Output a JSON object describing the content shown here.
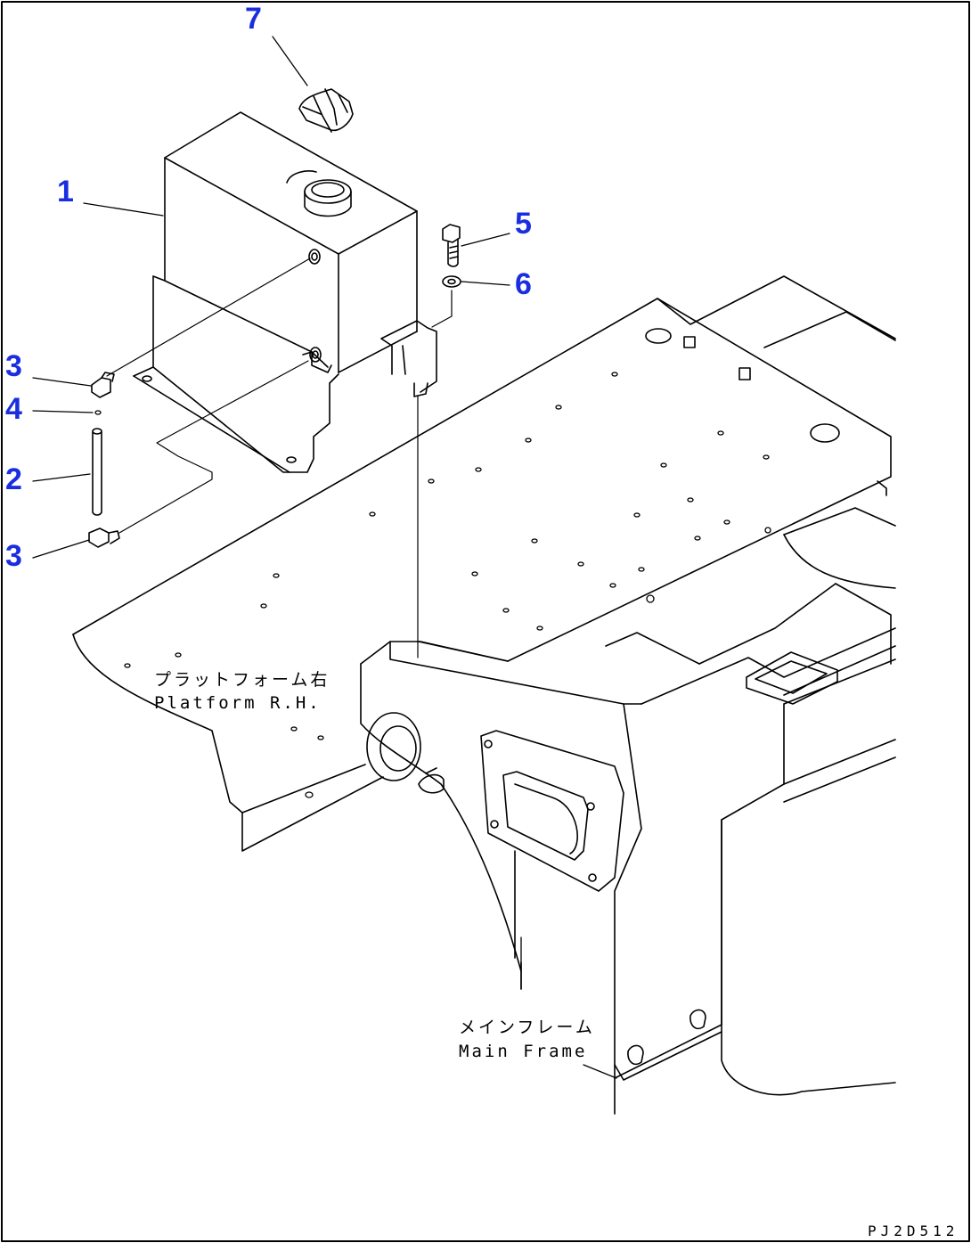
{
  "callouts": [
    "1",
    "2",
    "3",
    "3",
    "4",
    "5",
    "6",
    "7"
  ],
  "labels": {
    "platform_jp": "プラットフォーム右",
    "platform_en": "Platform R.H.",
    "frame_jp": "メインフレーム",
    "frame_en": "Main Frame"
  },
  "drawing_code": "PJ2D512",
  "colors": {
    "callout": "#1a2ee0",
    "line": "#000000",
    "background": "#ffffff"
  }
}
